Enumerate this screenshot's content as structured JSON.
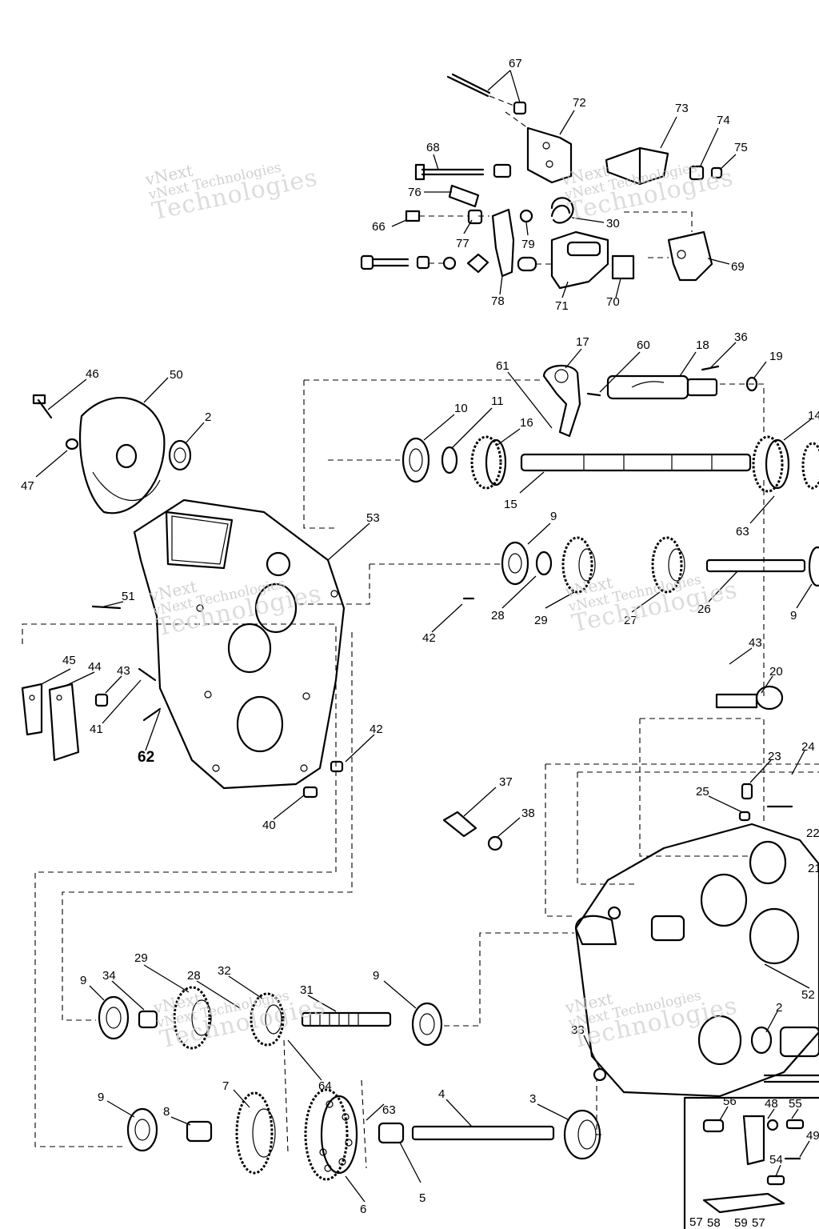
{
  "watermark": {
    "line1": "vNext",
    "line2": "vNext Technologies",
    "line3": "Technologies"
  },
  "callouts": [
    "67",
    "72",
    "73",
    "74",
    "75",
    "68",
    "76",
    "66",
    "77",
    "79",
    "30",
    "69",
    "78",
    "71",
    "70",
    "17",
    "60",
    "18",
    "36",
    "19",
    "61",
    "10",
    "11",
    "16",
    "14",
    "15",
    "63",
    "46",
    "50",
    "2",
    "47",
    "53",
    "9",
    "28",
    "29",
    "27",
    "26",
    "42",
    "51",
    "45",
    "44",
    "43",
    "41",
    "62",
    "40",
    "20",
    "23",
    "24",
    "25",
    "22",
    "21",
    "37",
    "38",
    "52",
    "34",
    "32",
    "31",
    "64",
    "7",
    "8",
    "4",
    "3",
    "5",
    "6",
    "33",
    "56",
    "48",
    "55",
    "49",
    "54",
    "57",
    "58",
    "59"
  ]
}
